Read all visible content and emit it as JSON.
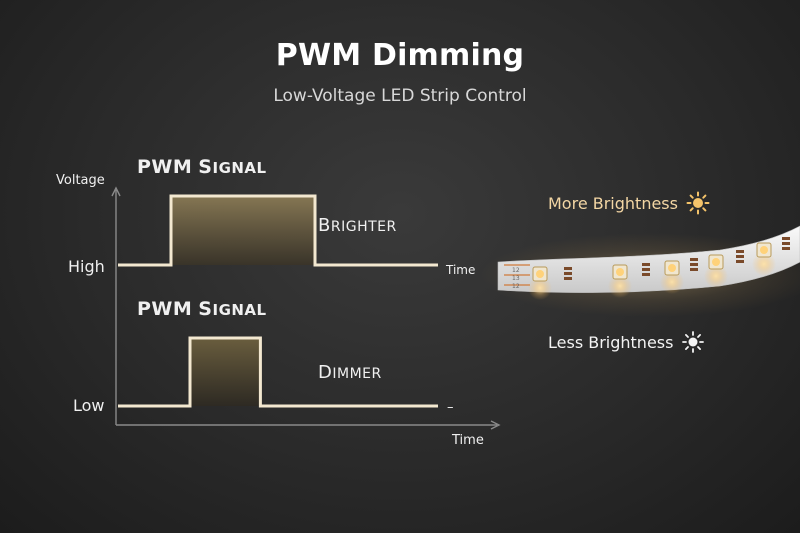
{
  "header": {
    "title": "PWM Dimming",
    "subtitle": "Low-Voltage LED Strip Control"
  },
  "diagram": {
    "y_axis_label": "Voltage",
    "top_panel": {
      "title_main": "PWM",
      "title_cap": "S",
      "title_rest": "IGNAL",
      "level_label": "High",
      "state_cap": "B",
      "state_rest": "RIGHTER",
      "time_label": "Time",
      "duty_cycle_percent": 45
    },
    "bottom_panel": {
      "title_main": "PWM",
      "title_cap": "S",
      "title_rest": "IGNAL",
      "level_label": "Low",
      "state_cap": "D",
      "state_rest": "IMMER",
      "end_mark": "–",
      "duty_cycle_percent": 22
    },
    "x_axis_label": "Time",
    "pulse_color": "#f3e8d0",
    "fill_top": "#8a7a55",
    "fill_bottom": "#4a4132"
  },
  "led_strip": {
    "more_label": "More Brightness",
    "less_label": "Less Brightness",
    "chip_codes": [
      "12",
      "13",
      "12"
    ],
    "strip_color": "#ececec",
    "led_glow": "#ffd48a",
    "more_icon": "sun-warm-icon",
    "less_icon": "sun-white-icon"
  }
}
